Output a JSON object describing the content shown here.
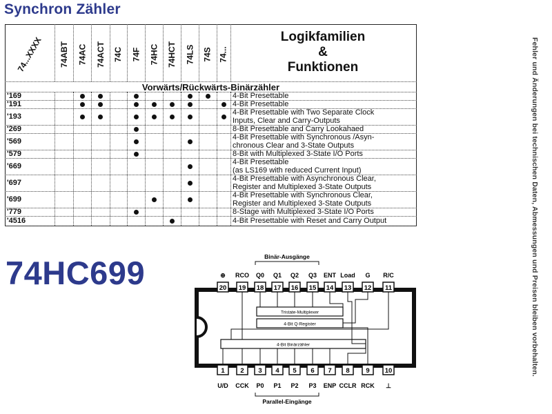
{
  "page": {
    "title": "Synchron Zähler",
    "side_note": "Fehler und Änderungen bei technischen Daten, Abmessungen und Preisen bleiben vorbehalten.",
    "part_number": "74HC699"
  },
  "table": {
    "families": [
      "74...XXXX",
      "74ABT",
      "74AC",
      "74ACT",
      "74C",
      "74F",
      "74HC",
      "74HCT",
      "74LS",
      "74S",
      "74..."
    ],
    "header_title": [
      "Logikfamilien",
      "&",
      "Funktionen"
    ],
    "section_heading": "Vorwärts/Rückwärts-Binärzähler",
    "rows": [
      {
        "code": "'169",
        "dots": [
          2,
          3,
          5,
          8,
          9
        ],
        "desc": [
          "4-Bit Presettable"
        ]
      },
      {
        "code": "'191",
        "dots": [
          2,
          3,
          5,
          6,
          7,
          8,
          10
        ],
        "desc": [
          "4-Bit Presettable"
        ]
      },
      {
        "code": "'193",
        "dots": [
          2,
          3,
          5,
          6,
          7,
          8,
          10
        ],
        "desc": [
          "4-Bit Presettable with Two Separate Clock",
          "Inputs, Clear and Carry-Outputs"
        ]
      },
      {
        "code": "'269",
        "dots": [
          5
        ],
        "desc": [
          "8-Bit Presettable and Carry Lookahaed"
        ]
      },
      {
        "code": "'569",
        "dots": [
          5,
          8
        ],
        "desc": [
          "4-Bit Presettable with Synchronous /Asyn-",
          "chronous Clear and 3-State Outputs"
        ]
      },
      {
        "code": "'579",
        "dots": [
          5
        ],
        "desc": [
          "8-Bit with Multiplexed 3-State I/O Ports"
        ]
      },
      {
        "code": "'669",
        "dots": [
          8
        ],
        "desc": [
          "4-Bit Presettable",
          "(as LS169 with reduced Current Input)"
        ]
      },
      {
        "code": "'697",
        "dots": [
          8
        ],
        "desc": [
          "4-Bit Presettable with Asynchronous Clear,",
          "Register and Multiplexed 3-State Outputs"
        ]
      },
      {
        "code": "'699",
        "dots": [
          6,
          8
        ],
        "desc": [
          "4-Bit Presettable with Synchronous Clear,",
          "Register and Multiplexed 3-State Outputs"
        ]
      },
      {
        "code": "'779",
        "dots": [
          5
        ],
        "desc": [
          "8-Stage with Multiplexed 3-State I/O Ports"
        ]
      },
      {
        "code": "'4516",
        "dots": [
          7
        ],
        "desc": [
          "4-Bit Presettable with Reset and Carry Output"
        ]
      }
    ]
  },
  "pinout": {
    "top_group_label": "Binär-Ausgänge",
    "bottom_group_label": "Parallel-Eingänge",
    "top_pins": [
      {
        "num": "20",
        "label": "⊕"
      },
      {
        "num": "19",
        "label": "RCO"
      },
      {
        "num": "18",
        "label": "Q0"
      },
      {
        "num": "17",
        "label": "Q1"
      },
      {
        "num": "16",
        "label": "Q2"
      },
      {
        "num": "15",
        "label": "Q3"
      },
      {
        "num": "14",
        "label": "ENT"
      },
      {
        "num": "13",
        "label": "Load"
      },
      {
        "num": "12",
        "label": "G"
      },
      {
        "num": "11",
        "label": "R/C"
      }
    ],
    "bottom_pins": [
      {
        "num": "1",
        "label": "U/D"
      },
      {
        "num": "2",
        "label": "CCK"
      },
      {
        "num": "3",
        "label": "P0"
      },
      {
        "num": "4",
        "label": "P1"
      },
      {
        "num": "5",
        "label": "P2"
      },
      {
        "num": "6",
        "label": "P3"
      },
      {
        "num": "7",
        "label": "ENP"
      },
      {
        "num": "8",
        "label": "CCLR"
      },
      {
        "num": "9",
        "label": "RCK"
      },
      {
        "num": "10",
        "label": "⊥"
      }
    ],
    "blocks": [
      "Tristate-Multiplexer",
      "4-Bit Q-Register",
      "4-Bit Binärzähler"
    ]
  },
  "colors": {
    "title": "#2d3a8c",
    "ink": "#111111"
  }
}
